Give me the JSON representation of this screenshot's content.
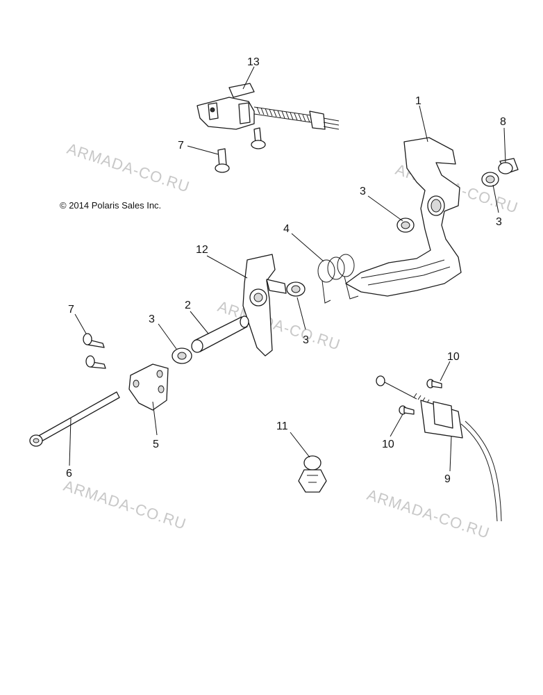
{
  "copyright": "© 2014 Polaris Sales Inc.",
  "watermark": "ARMADA-CO.RU",
  "callouts": {
    "c1": "1",
    "c2": "2",
    "c3a": "3",
    "c3b": "3",
    "c3c": "3",
    "c3d": "3",
    "c4": "4",
    "c5": "5",
    "c6": "6",
    "c7a": "7",
    "c7b": "7",
    "c8": "8",
    "c9": "9",
    "c10a": "10",
    "c10b": "10",
    "c11": "11",
    "c12": "12",
    "c13": "13"
  }
}
